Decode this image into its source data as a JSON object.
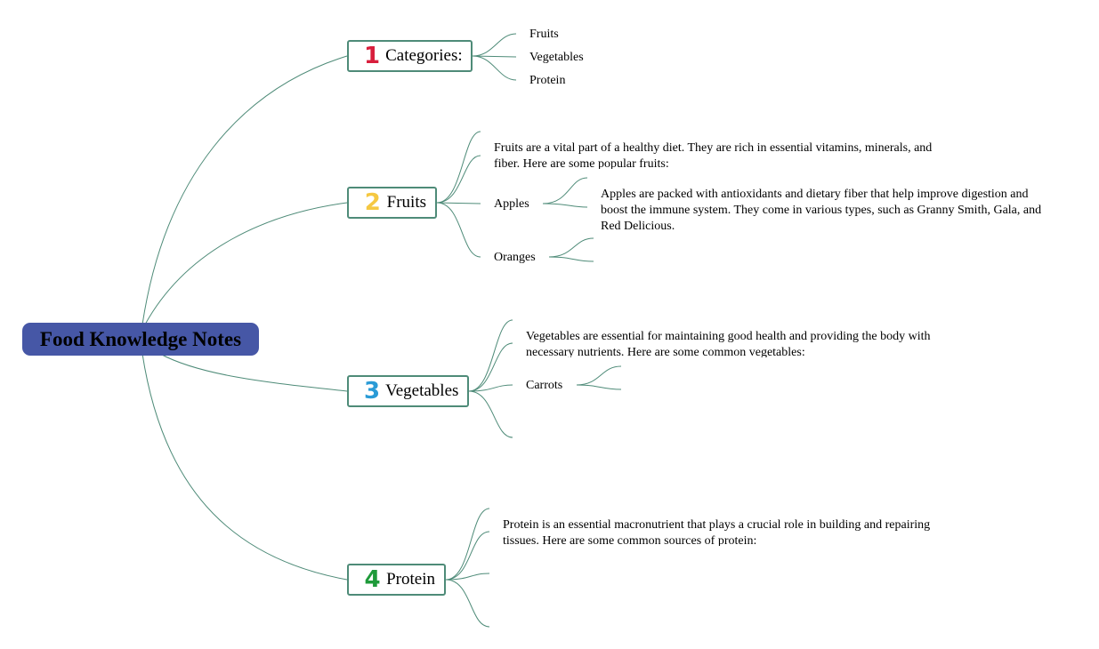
{
  "root": {
    "title": "Food Knowledge Notes",
    "color": "#4657a6"
  },
  "theme": {
    "line_color": "#4e8b78"
  },
  "topics": [
    {
      "number": "1",
      "number_color": "#d81e3c",
      "label": "Categories:",
      "children": [
        "Fruits",
        "Vegetables",
        "Protein"
      ]
    },
    {
      "number": "2",
      "number_color": "#f5c842",
      "label": "Fruits",
      "description": "Fruits are a vital part of a healthy diet. They are rich in essential vitamins, minerals, and fiber. Here are some popular fruits:",
      "items": [
        {
          "label": "Apples",
          "description": "Apples are packed with antioxidants and dietary fiber that help improve digestion and boost the immune system. They come in various types, such as Granny Smith, Gala, and Red Delicious."
        },
        {
          "label": "Oranges"
        }
      ]
    },
    {
      "number": "3",
      "number_color": "#2a9bd6",
      "label": "Vegetables",
      "description": "Vegetables are essential for maintaining good health and providing the body with necessary nutrients. Here are some common vegetables:",
      "items": [
        {
          "label": "Carrots"
        }
      ]
    },
    {
      "number": "4",
      "number_color": "#1e9a3a",
      "label": "Protein",
      "description": "Protein is an essential macronutrient that plays a crucial role in building and repairing tissues. Here are some common sources of protein:"
    }
  ]
}
